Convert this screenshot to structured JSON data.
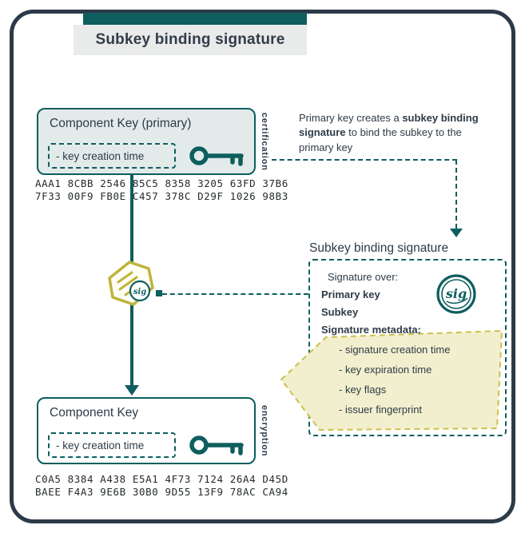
{
  "title_banner": "Subkey binding signature",
  "primary_key": {
    "title": "Component Key (primary)",
    "attribute": "- key creation time",
    "side_label": "certification",
    "fingerprint_line1": "AAA1 8CBB 2546 85C5 8358 3205 63FD 37B6",
    "fingerprint_line2": "7F33 00F9 FB0E C457 378C D29F 1026 98B3"
  },
  "subkey": {
    "title": "Component Key",
    "attribute": "- key creation time",
    "side_label": "encryption",
    "fingerprint_line1": "C0A5 8384 A438 E5A1 4F73 7124 26A4 D45D",
    "fingerprint_line2": "BAEE F4A3 9E6B 30B0 9D55 13F9 78AC CA94"
  },
  "annotation": {
    "text_prefix": "Primary key creates a ",
    "text_bold": "subkey binding signature",
    "text_suffix": " to bind the subkey to the primary key"
  },
  "signature_panel": {
    "heading": "Subkey binding signature",
    "signature_over_label": "Signature over:",
    "items_bold": [
      "Primary key",
      "Subkey"
    ],
    "metadata_label": "Signature metadata:",
    "metadata_items": [
      "- signature creation time",
      "- key expiration time",
      "- key flags",
      "- issuer fingerprint"
    ],
    "stamp_label": "sig"
  },
  "badge": {
    "label": "sig"
  },
  "colors": {
    "accent_teal": "#0e5e5e",
    "frame_dark": "#2c3a49",
    "primary_box_fill": "#e3eaea",
    "banner_fill": "#e9eaea",
    "highlight_fill": "#f2efce",
    "highlight_border": "#cdc04a",
    "badge_olive": "#bfb43a"
  }
}
